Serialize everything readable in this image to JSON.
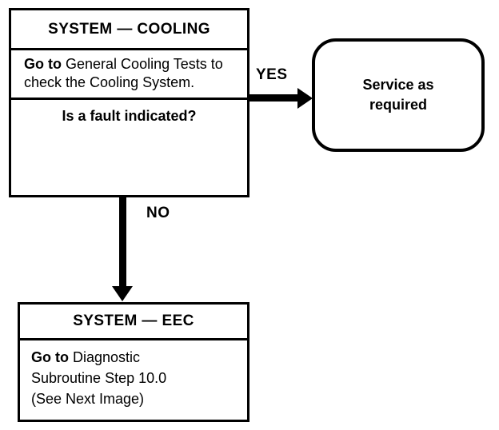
{
  "diagram": {
    "title": "Cooling system diagnostic flowchart",
    "colors": {
      "stroke": "#000000",
      "background": "#ffffff",
      "text": "#000000"
    },
    "nodes": {
      "cooling": {
        "header": "SYSTEM — COOLING",
        "action_lead": "Go to",
        "action_text": "General Cooling Tests to check the Cooling System.",
        "question": "Is a fault indicated?"
      },
      "service": {
        "line1": "Service as",
        "line2": "required"
      },
      "eec": {
        "header": "SYSTEM — EEC",
        "action_lead": "Go to",
        "action_line1": "Diagnostic",
        "action_line2": "Subroutine Step 10.0",
        "action_line3": "(See Next Image)"
      }
    },
    "connectors": {
      "yes_label": "YES",
      "no_label": "NO"
    }
  }
}
